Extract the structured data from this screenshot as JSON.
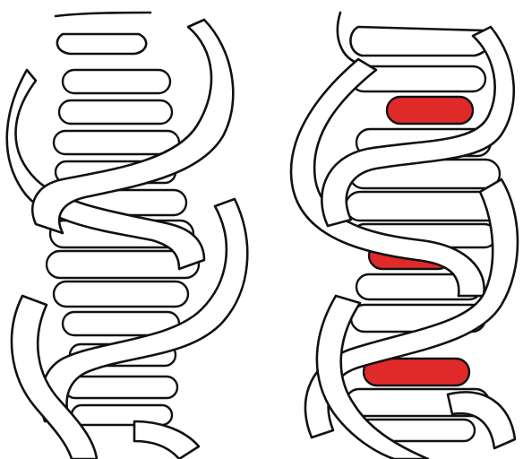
{
  "colors": {
    "background": "#ffffff",
    "outline": "#111111",
    "strand": "#ffffff",
    "highlight": "#e02a2a"
  },
  "figures": [
    {
      "name": "helix-left",
      "highlighted_rungs": []
    },
    {
      "name": "helix-right",
      "highlighted_rungs": [
        1,
        5,
        9
      ]
    }
  ]
}
